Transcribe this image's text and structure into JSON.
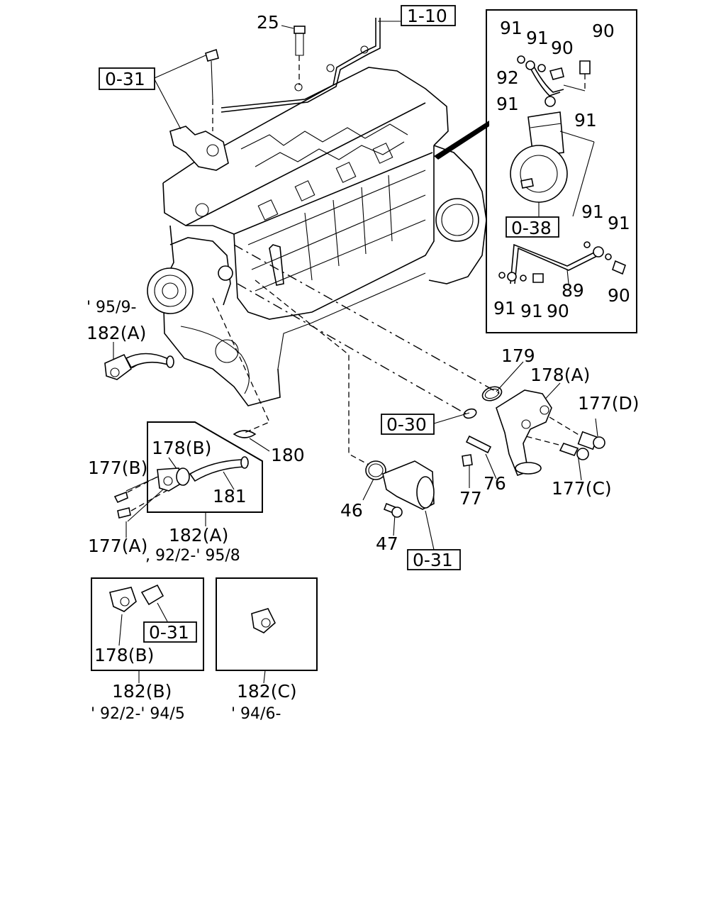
{
  "callouts": {
    "p25": "25",
    "p1_10": "1-10",
    "p0_31_top": "0-31",
    "p95_9": "' 95/9-",
    "p182A_top": "182(A)",
    "p178B": "178(B)",
    "p177B": "177(B)",
    "p180": "180",
    "p181": "181",
    "p177A": "177(A)",
    "p182A_bottom": "182(A)",
    "p92_95": ", 92/2-' 95/8",
    "p179": "179",
    "p178A": "178(A)",
    "p177D": "177(D)",
    "p0_30": "0-30",
    "p76": "76",
    "p77": "77",
    "p177C": "177(C)",
    "p46": "46",
    "p47": "47",
    "p0_31_mid": "0-31",
    "inset_91a": "91",
    "inset_91b": "91",
    "inset_90a": "90",
    "inset_90b": "90",
    "inset_92": "92",
    "inset_91c": "91",
    "inset_91d": "91",
    "inset_0_38": "0-38",
    "inset_91e": "91",
    "inset_91f": "91",
    "inset_89": "89",
    "inset_91g": "91",
    "inset_91h": "91",
    "inset_90c": "90",
    "inset_90d": "90",
    "boxB_0_31": "0-31",
    "boxB_178B": "178(B)",
    "p182B": "182(B)",
    "p92_94": "' 92/2-' 94/5",
    "p182C": "182(C)",
    "p94_6": "' 94/6-"
  }
}
